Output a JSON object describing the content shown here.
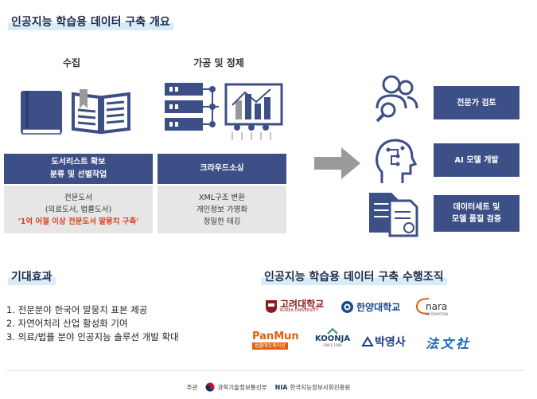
{
  "main_title": "인공지능 학습용 데이터 구축 개요",
  "collect": {
    "heading": "수집",
    "box_lines": [
      "도서리스트 확보",
      "분류 및 선별작업"
    ],
    "detail_lines": [
      "전문도서",
      "(의료도서, 법률도서)"
    ],
    "detail_highlight": "'1억 어절 이상 전문도서 말뭉치 구축'"
  },
  "process": {
    "heading": "가공 및 정제",
    "box_label": "크라우드소싱",
    "detail_lines": [
      "XML구조 변환",
      "개인정보 가명화",
      "정밀한 태깅"
    ]
  },
  "outputs": [
    {
      "lines": [
        "전문가 검토"
      ],
      "icon": "expert-review-icon"
    },
    {
      "lines": [
        "AI 모델 개발"
      ],
      "icon": "ai-head-icon"
    },
    {
      "lines": [
        "데이터세트 및",
        "모델 품질 검증"
      ],
      "icon": "document-check-icon"
    }
  ],
  "effects": {
    "title": "기대효과",
    "items": [
      "1. 전문분야 한국어 말뭉치 표본 제공",
      "2. 자연어처리 산업 활성화 기여",
      "3. 의료/법률 분야 인공지능 솔루션 개발 확대"
    ]
  },
  "org": {
    "title": "인공지능 학습용 데이터 구축 수행조직",
    "korea_univ": "고려대학교",
    "korea_univ_sub": "KOREA UNIVERSITY",
    "hanyang": "한양대학교",
    "nara": "nara",
    "nara_sub": "INFORMATION",
    "panmun": "PanMun",
    "panmun_sub": "법률에듀케이션",
    "koonja": "KOONJA",
    "koonja_sub": "SINCE 1980",
    "bakyoung": "박영사",
    "bubmun": "法文社"
  },
  "footer": {
    "host_label": "주관",
    "ministry": "과학기술정보통신부",
    "nia": "NIA",
    "nia_full": "한국지능정보사회진흥원"
  },
  "colors": {
    "navy": "#3c4f86",
    "highlight": "#d6ecf7",
    "red": "#d9401f",
    "arrow": "#9a9a9a"
  }
}
